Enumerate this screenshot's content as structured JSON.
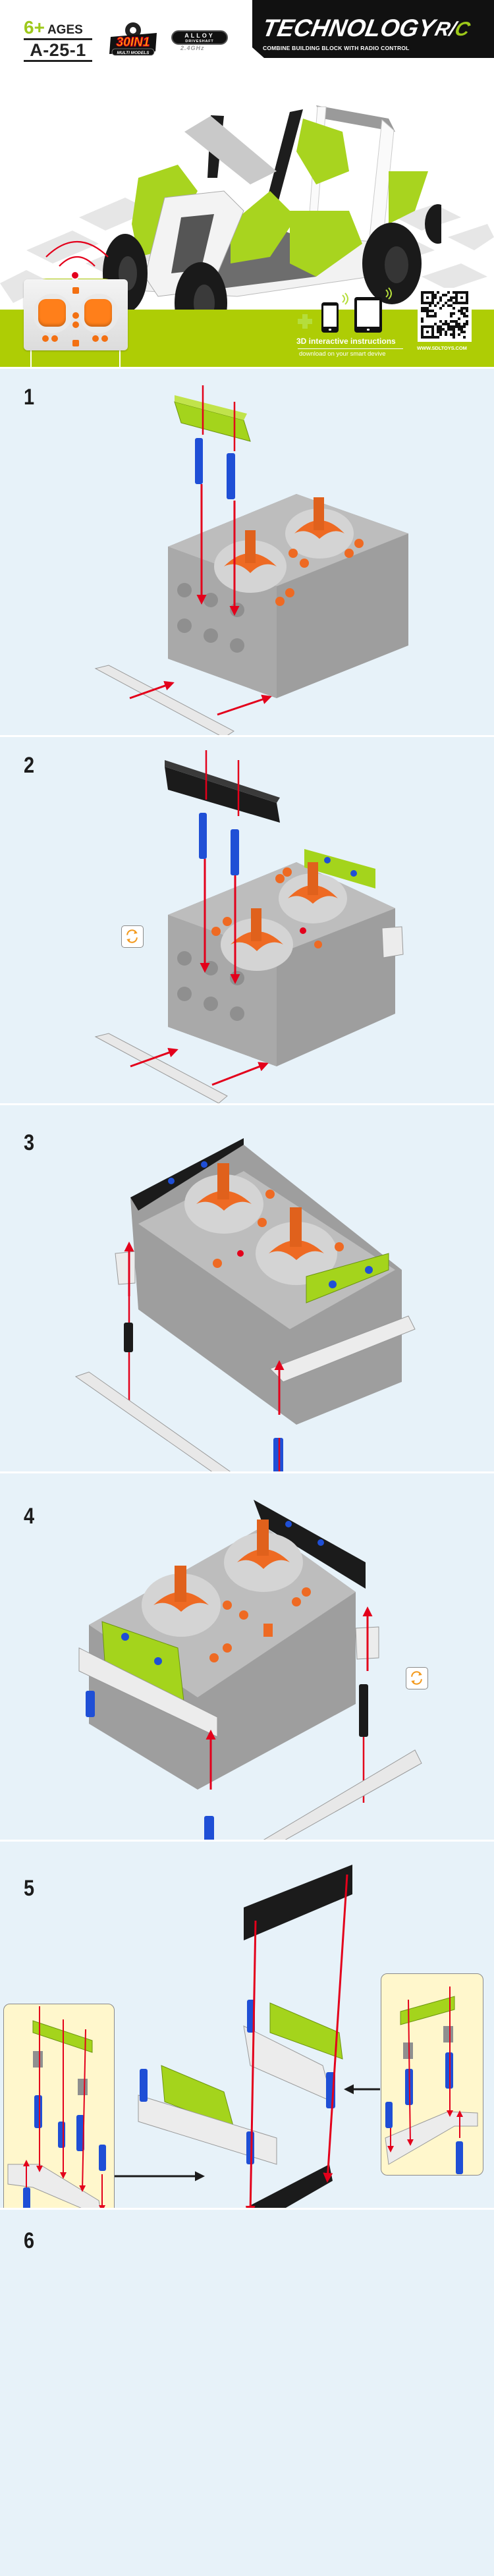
{
  "cover": {
    "age": {
      "number": "6+",
      "label": "AGES"
    },
    "model_code": "A-25-1",
    "logo_30in1": {
      "title": "30IN1",
      "subtitle": "MULTI MODELS"
    },
    "logo_alloy": {
      "line1": "ALLOY",
      "line2": "DRIVESHAFT",
      "frequency": "2.4GHz"
    },
    "brand": {
      "title": "TECHNOLOGY",
      "rc_prefix": "R/",
      "rc_suffix": "C",
      "tagline": "COMBINE BUILDING BLOCK WITH RADIO CONTROL"
    },
    "app_promo": {
      "title": "3D interactive instructions",
      "subtitle": "download on your smart devive"
    },
    "website": "WWW.SDLTOYS.COM",
    "colors": {
      "accent_green": "#aecd05",
      "banner_black": "#111111",
      "remote_orange": "#ff7f1a",
      "signal_red": "#e3001b"
    }
  },
  "steps": [
    {
      "number": "1",
      "rotate_icon": false,
      "insets": 0
    },
    {
      "number": "2",
      "rotate_icon": true,
      "insets": 0
    },
    {
      "number": "3",
      "rotate_icon": false,
      "insets": 0
    },
    {
      "number": "4",
      "rotate_icon": true,
      "insets": 0
    },
    {
      "number": "5",
      "rotate_icon": false,
      "insets": 2
    },
    {
      "number": "6",
      "rotate_icon": false,
      "insets": 0
    }
  ],
  "panel_colors": {
    "background": "#e7f2f9",
    "separator": "#ffffff",
    "inset_background": "#fff7cc",
    "arrow_red": "#e3001b",
    "pin_blue": "#1f4fd6",
    "beam_green": "#a4d41c",
    "beam_black": "#1b1b1b",
    "beam_white": "#e8e8e8",
    "box_grey": "#a8a8a8"
  }
}
